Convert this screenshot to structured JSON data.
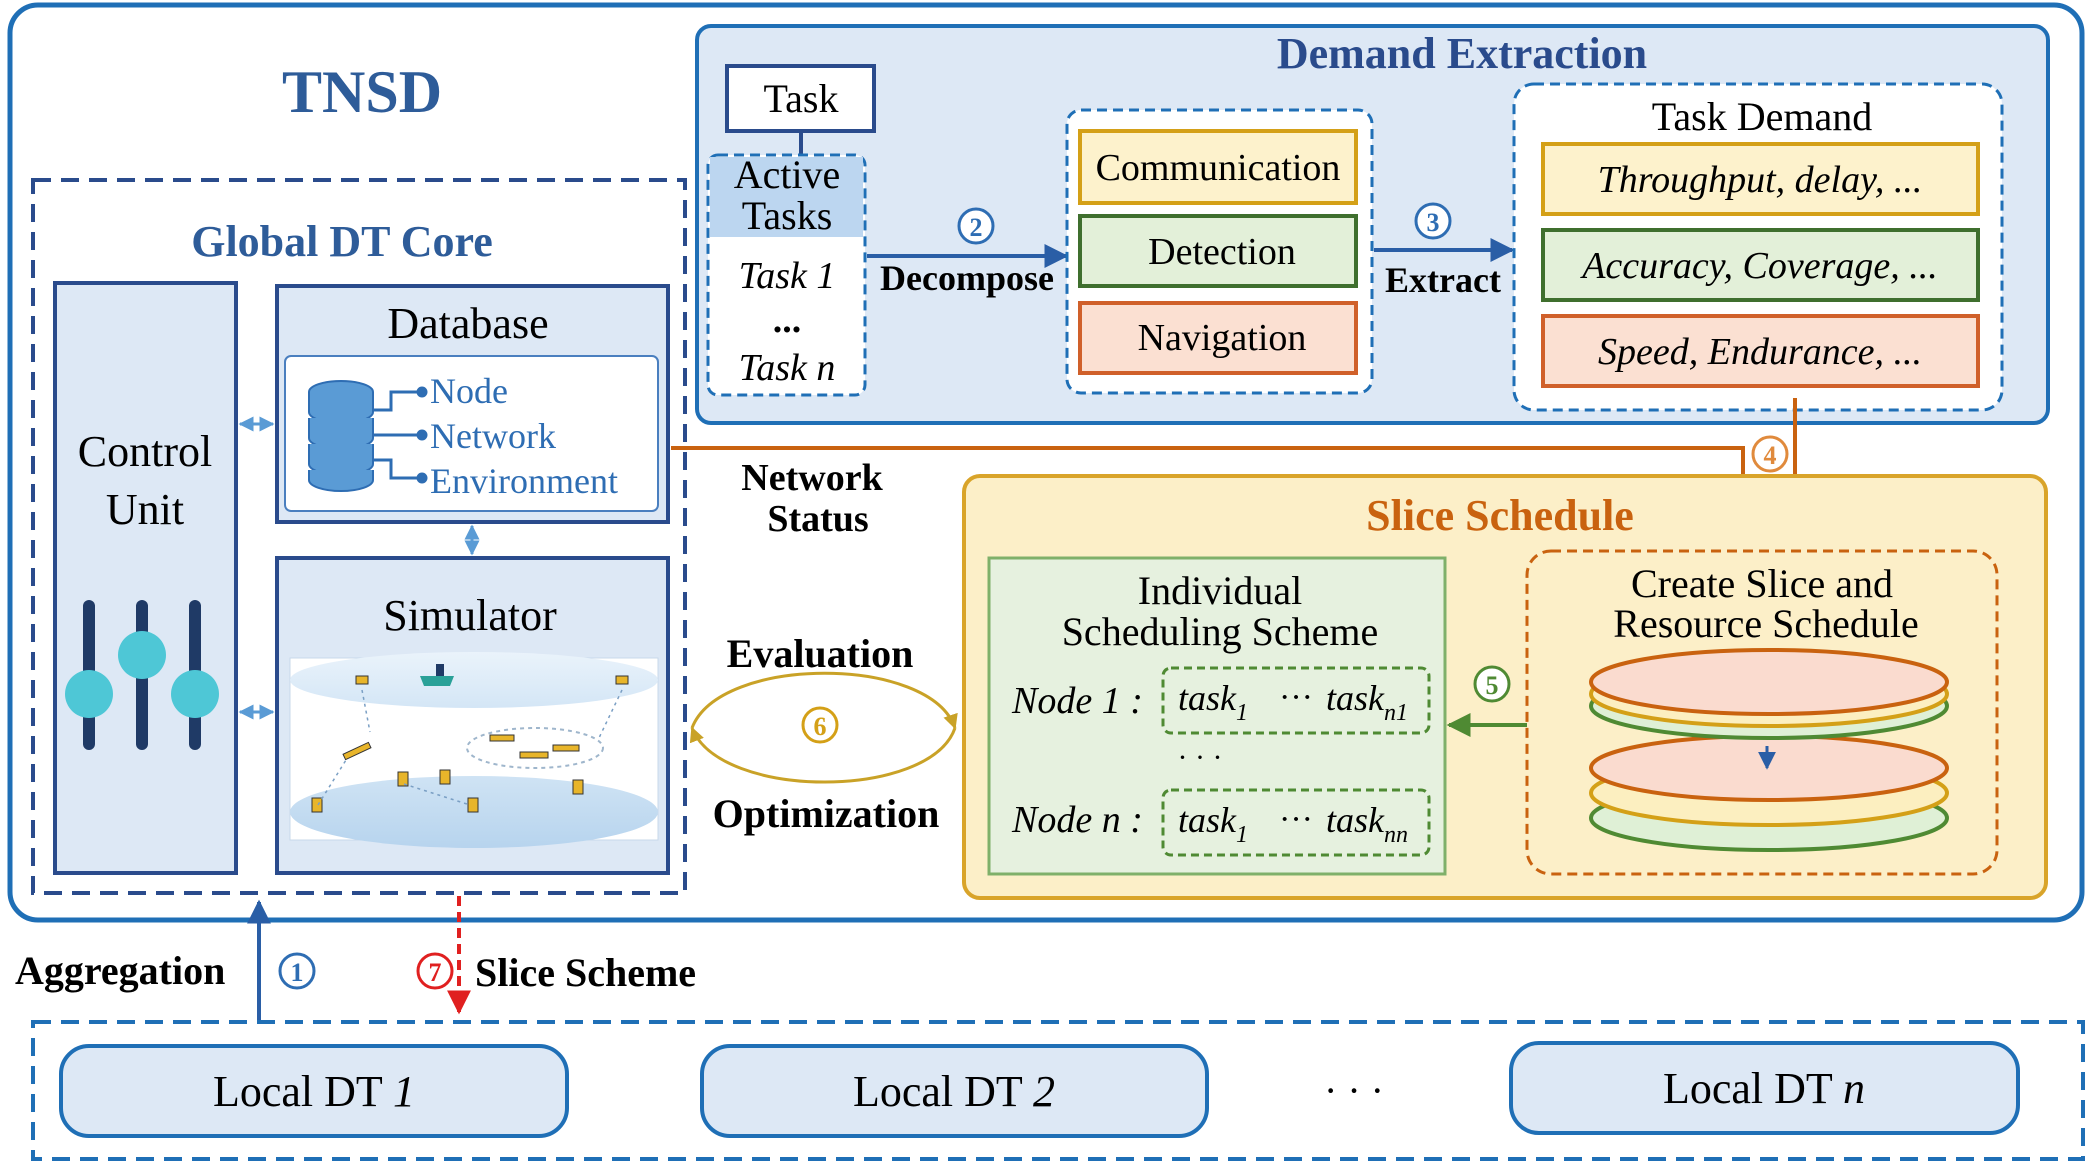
{
  "title": "TNSD",
  "colors": {
    "frame_blue": "#1f6fb6",
    "dark_blue": "#2a4b8c",
    "title_blue": "#2e5c99",
    "panel_blue": "#dde8f5",
    "slice_bg": "#fcefc8",
    "slice_border": "#d9a42a",
    "slice_title": "#c9620f",
    "orange_arrow": "#c9620f",
    "green_arrow": "#4f8a33",
    "red_arrow": "#e02020",
    "comm_fill": "#fdf2cc",
    "comm_border": "#d4a017",
    "det_fill": "#e3f0d9",
    "det_border": "#3f6f2e",
    "nav_fill": "#fbe0d2",
    "nav_border": "#d0602a",
    "sched_fill": "#e6f1df",
    "sched_border": "#7fb06a",
    "disk_orange": "#fadbcf",
    "disk_yellow": "#fcefc0",
    "disk_green": "#dff0d6"
  },
  "global_core": {
    "title": "Global DT Core",
    "control_unit": [
      "Control",
      "Unit"
    ],
    "database": {
      "title": "Database",
      "items": [
        "Node",
        "Network",
        "Environment"
      ],
      "icon": "database-icon"
    },
    "simulator": {
      "title": "Simulator",
      "icon": "ocean-simulation-image"
    }
  },
  "demand_extraction": {
    "title": "Demand Extraction",
    "task_label": "Task",
    "active_tasks": [
      "Active",
      "Tasks"
    ],
    "task_first": "Task 1",
    "task_dots": "...",
    "task_last": "Task n",
    "step2": "②",
    "decompose": "Decompose",
    "categories": [
      "Communication",
      "Detection",
      "Navigation"
    ],
    "step3": "③",
    "extract": "Extract",
    "task_demand_title": "Task Demand",
    "demands": [
      "Throughput, delay, ...",
      "Accuracy, Coverage, ...",
      "Speed, Endurance, ..."
    ]
  },
  "network_status": [
    "Network",
    "Status"
  ],
  "step4": "④",
  "evaluation": "Evaluation",
  "optimization": "Optimization",
  "step6": "⑥",
  "slice_schedule": {
    "title": "Slice Schedule",
    "individual": [
      "Individual",
      "Scheduling Scheme"
    ],
    "node1_label": "Node 1 :",
    "noden_label": "Node n :",
    "task_word": "task",
    "sub_1": "1",
    "sub_n1": "n1",
    "sub_nn": "nn",
    "cdots": "···",
    "vdots": "· · ·",
    "step5": "⑤",
    "create_slice": [
      "Create Slice and",
      "Resource Schedule"
    ]
  },
  "aggregation": "Aggregation",
  "step1": "①",
  "step7": "⑦",
  "slice_scheme": "Slice Scheme",
  "local_dts": [
    {
      "prefix": "Local DT ",
      "id": "1"
    },
    {
      "prefix": "Local DT ",
      "id": "2"
    },
    {
      "prefix": "Local DT ",
      "id": "n"
    }
  ],
  "local_dots": "· · ·"
}
